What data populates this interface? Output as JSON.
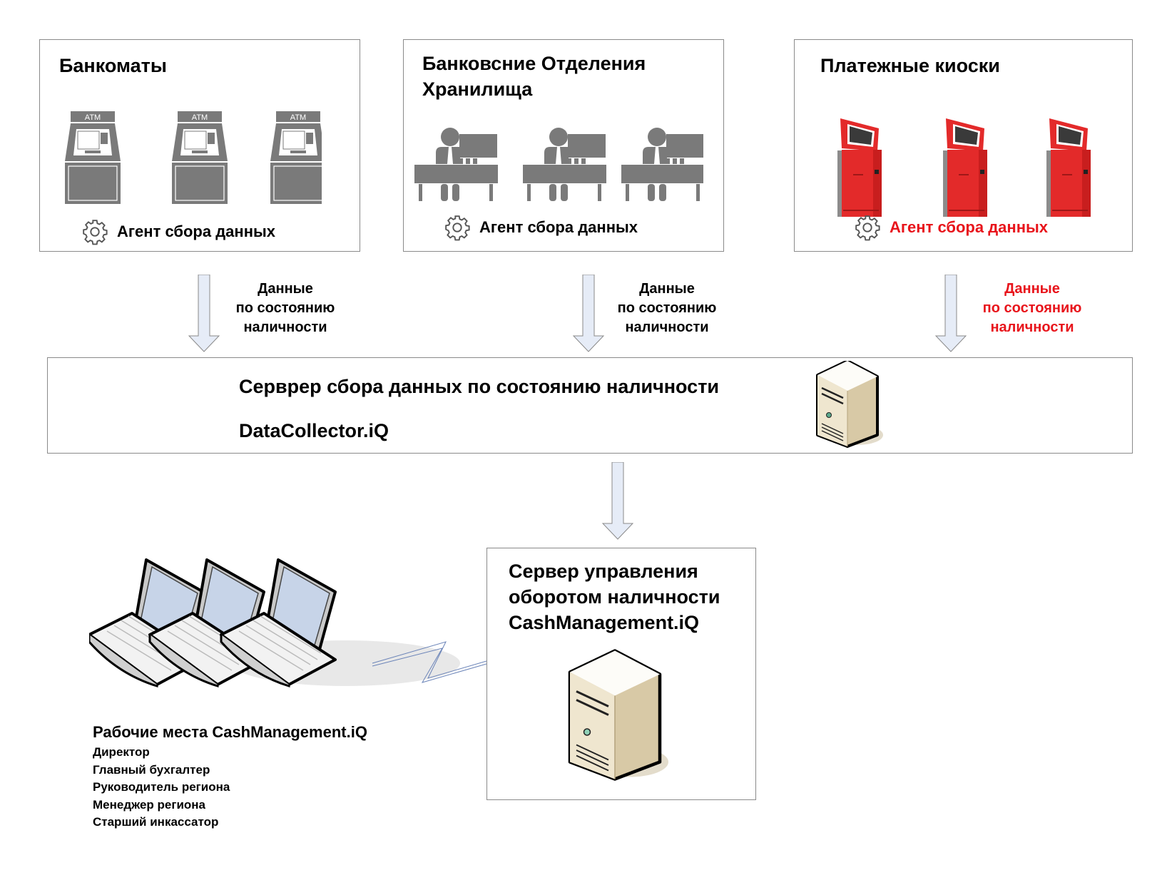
{
  "sources": [
    {
      "title_lines": [
        "Банкоматы"
      ],
      "agent_label": "Агент сбора данных",
      "agent_highlight": false,
      "device": "atm",
      "device_caption": "ATM"
    },
    {
      "title_lines": [
        "Банковсние Отделения",
        "Хранилища"
      ],
      "agent_label": "Агент сбора данных",
      "agent_highlight": false,
      "device": "teller-desk"
    },
    {
      "title_lines": [
        "Платежные киоски"
      ],
      "agent_label": "Агент сбора данных",
      "agent_highlight": true,
      "device": "payment-kiosk"
    }
  ],
  "flows": [
    {
      "lines": [
        "Данные",
        "по состоянию",
        "наличности"
      ],
      "highlight": false
    },
    {
      "lines": [
        "Данные",
        "по состоянию",
        "наличности"
      ],
      "highlight": false
    },
    {
      "lines": [
        "Данные",
        "по состоянию",
        "наличности"
      ],
      "highlight": true
    }
  ],
  "collector": {
    "title": "Серврер сбора данных по состоянию наличности",
    "product": "DataCollector.iQ"
  },
  "cash_server": {
    "title_lines": [
      "Сервер управления",
      "оборотом наличности",
      "CashManagement.iQ"
    ]
  },
  "workstations": {
    "title": "Рабочие места CashManagement.iQ",
    "roles": [
      "Директор",
      "Главный бухгалтер",
      "Руководитель региона",
      "Менеджер региона",
      "Старший инкассатор"
    ]
  },
  "colors": {
    "highlight": "#e8141b",
    "arrow_fill": "#e6ecf7",
    "device_gray": "#7a7a7a",
    "kiosk_red": "#e32a2a",
    "server_beige": "#d8c9a6"
  }
}
